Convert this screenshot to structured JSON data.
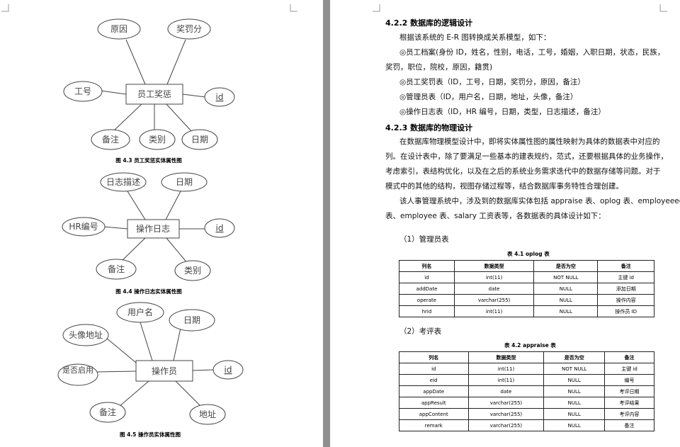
{
  "left_page": {
    "diagram1": {
      "entity": "员工奖惩",
      "attributes": {
        "reason": "原因",
        "penalty": "奖罚分",
        "empno": "工号",
        "id": "id",
        "remark": "备注",
        "type": "类别",
        "date": "日期"
      },
      "caption": "图 4.3  员工奖惩实体属性图"
    },
    "diagram2": {
      "entity": "操作日志",
      "attributes": {
        "desc": "日志描述",
        "date": "日期",
        "hr": "HR编号",
        "id": "id",
        "remark": "备注",
        "type": "类别"
      },
      "caption": "图 4.4  操作日志实体属性图"
    },
    "diagram3": {
      "entity": "操作员",
      "attributes": {
        "username": "用户名",
        "date": "日期",
        "avatar": "头像地址",
        "enabled": "是否启用",
        "id": "id",
        "remark": "备注",
        "address": "地址"
      },
      "caption": "图 4.5  操作员实体属性图"
    }
  },
  "right_page": {
    "section_422_title": "4.2.2  数据库的逻辑设计",
    "intro": "根据该系统的 E-R 图转换成关系模型，如下：",
    "model_employee_1": "◎员工档案(身份 ID，姓名，性别，电话，工号，婚姻，入职日期，状态，民族，",
    "model_employee_2": "奖罚，职位，院校，原因，籍贯)",
    "model_reward": "◎员工奖罚表（ID，工号，日期，奖罚分，原因，备注）",
    "model_admin": "◎管理员表（ID，用户名，日期，地址，头像，备注）",
    "model_log": "◎操作日志表（ID，HR 编号，日期，类型，日志描述，备注）",
    "section_423_title": "4.2.3  数据库的物理设计",
    "para1_l1": "在数据库物理模型设计中，即将实体属性图的属性映射为具体的数据表中对应的",
    "para1_l2": "列。在设计表中，除了要满足一些基本的建表规约，范式，还要根据具体的业务操作，",
    "para1_l3": "考虑索引，表结构优化，以及在之后的系统业务需求迭代中的数据存储等问题。对于",
    "para1_l4": "模式中的其他的结构，视图存储过程等，结合数据库事务特性合理创建。",
    "para2_l1": "该人事管理系统中，涉及到的数据库实体包括 appraise 表、oplog 表、employeeec",
    "para2_l2": "表、employee 表、salary 工资表等，各数据表的具体设计如下：",
    "sub1_title": "（1）管理员表",
    "table1_caption": "表 4.1    oplog 表",
    "sub2_title": "（2）考评表",
    "table2_caption": "表 4.2    appraise 表",
    "table_headers": [
      "列名",
      "数据类型",
      "是否为空",
      "备注"
    ],
    "table1_rows": [
      [
        "id",
        "int(11)",
        "NOT NULL",
        "主键 id"
      ],
      [
        "addDate",
        "date",
        "NULL",
        "添加日期"
      ],
      [
        "operate",
        "varchar(255)",
        "NULL",
        "操作内容"
      ],
      [
        "hrid",
        "int(11)",
        "NULL",
        "操作员 ID"
      ]
    ],
    "table2_rows": [
      [
        "id",
        "int(11)",
        "NOT NULL",
        "主键 id"
      ],
      [
        "eid",
        "int(11)",
        "NULL",
        "编号"
      ],
      [
        "appDate",
        "date",
        "NULL",
        "考评日期"
      ],
      [
        "appResult",
        "varchar(255)",
        "NULL",
        "考评结果"
      ],
      [
        "appContent",
        "varchar(255)",
        "NULL",
        "考评内容"
      ],
      [
        "remark",
        "varchar(255)",
        "NULL",
        "备注"
      ]
    ]
  }
}
